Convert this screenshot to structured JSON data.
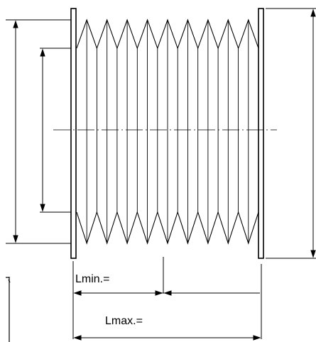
{
  "diagram": {
    "labels": {
      "lmin": "Lmin.=",
      "lmax": "Lmax.="
    },
    "folds": 9,
    "line_color": "#000000",
    "background_color": "#ffffff"
  }
}
